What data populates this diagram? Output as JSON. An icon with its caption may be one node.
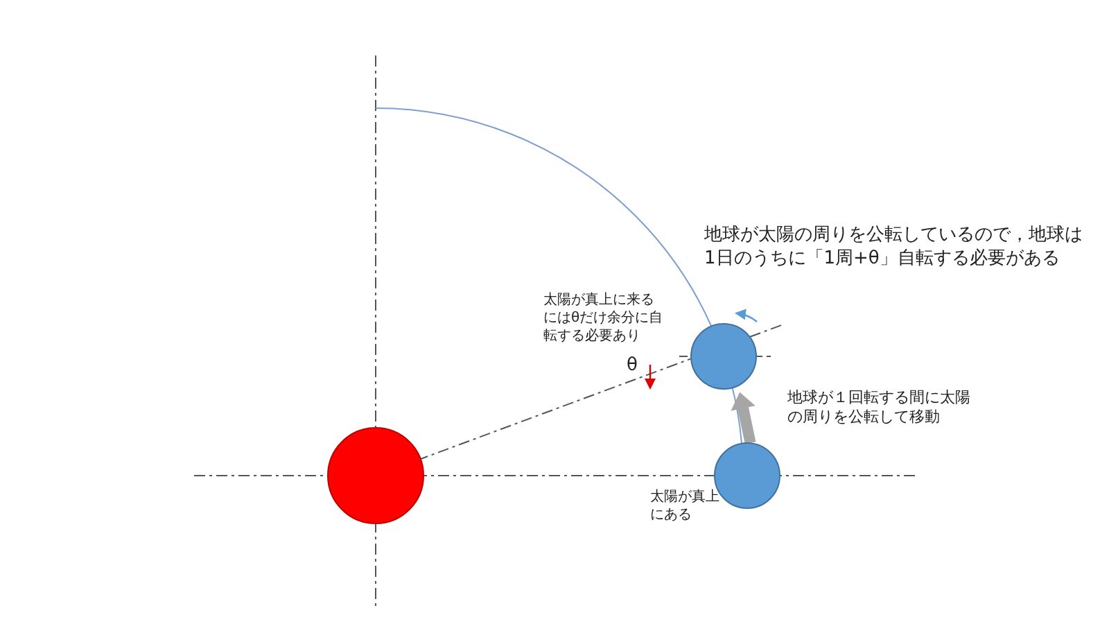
{
  "diagram": {
    "nodes": [
      {
        "text": [],
        "shape": "circle"
      },
      {
        "text": [],
        "shape": "circle"
      },
      {
        "text": [],
        "shape": "circle"
      }
    ],
    "edges": [
      {
        "from": 2,
        "to": 1,
        "arrow": "to"
      }
    ],
    "labels": [
      "地球が太陽の周りを公転しているので，地球は1日のうちに「1周+θ」自転する必要がある",
      "太陽が真上に来るにはθだけ余分に自転する必要あり",
      "θ",
      "地球が１回転する間に太陽の周りを公転して移動",
      "太陽が真上にある"
    ]
  }
}
